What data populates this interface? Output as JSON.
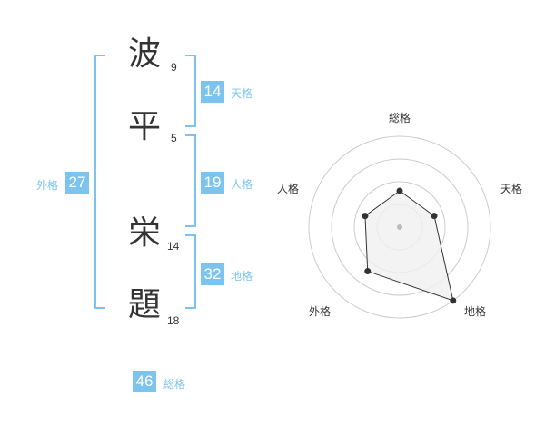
{
  "name": {
    "characters": [
      {
        "char": "波",
        "strokes": "9"
      },
      {
        "char": "平",
        "strokes": "5"
      },
      {
        "char": "栄",
        "strokes": "14"
      },
      {
        "char": "題",
        "strokes": "18"
      }
    ]
  },
  "fortune": {
    "tenkaku": {
      "value": "14",
      "label": "天格"
    },
    "jinkaku": {
      "value": "19",
      "label": "人格"
    },
    "chikaku": {
      "value": "32",
      "label": "地格"
    },
    "gaikaku": {
      "value": "27",
      "label": "外格"
    },
    "soukaku": {
      "value": "46",
      "label": "総格"
    }
  },
  "radar": {
    "axes": [
      "総格",
      "天格",
      "地格",
      "外格",
      "人格"
    ],
    "levels": 4,
    "scores": [
      2,
      2,
      5,
      3,
      2
    ],
    "max": 5,
    "colors": {
      "ring": "#cccccc",
      "fill": "#f0f0f0",
      "line": "#333333",
      "center": "#bbbbbb"
    }
  },
  "colors": {
    "accent": "#7cc4ee"
  }
}
